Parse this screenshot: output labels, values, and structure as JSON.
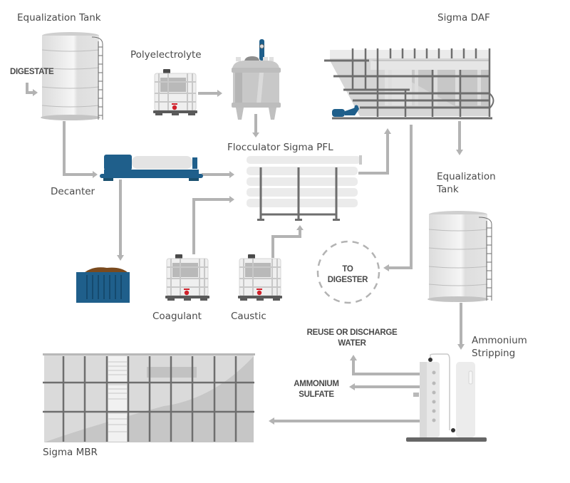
{
  "diagram": {
    "labels": {
      "equalization_tank_1": "Equalization Tank",
      "polyelectrolyte": "Polyelectrolyte",
      "sigma_daf": "Sigma DAF",
      "flocculator": "Flocculator Sigma PFL",
      "decanter": "Decanter",
      "equalization_tank_2_line1": "Equalization",
      "equalization_tank_2_line2": "Tank",
      "coagulant": "Coagulant",
      "caustic": "Caustic",
      "ammonium_stripping_line1": "Ammonium",
      "ammonium_stripping_line2": "Stripping",
      "sigma_mbr": "Sigma MBR"
    },
    "captions": {
      "digestate": "DIGESTATE",
      "to_digester_line1": "TO",
      "to_digester_line2": "DIGESTER",
      "reuse_line1": "REUSE OR DISCHARGE",
      "reuse_line2": "WATER",
      "ammonium_sulfate_line1": "AMMONIUM",
      "ammonium_sulfate_line2": "SULFATE"
    },
    "colors": {
      "pipe": "#b3b3b3",
      "equipment_blue": "#1f5f8b",
      "valve_red": "#d0202a",
      "frame_gray": "#6e6e6e",
      "tank_light": "#e6e6e6",
      "sludge_brown": "#7a4a1e"
    }
  }
}
